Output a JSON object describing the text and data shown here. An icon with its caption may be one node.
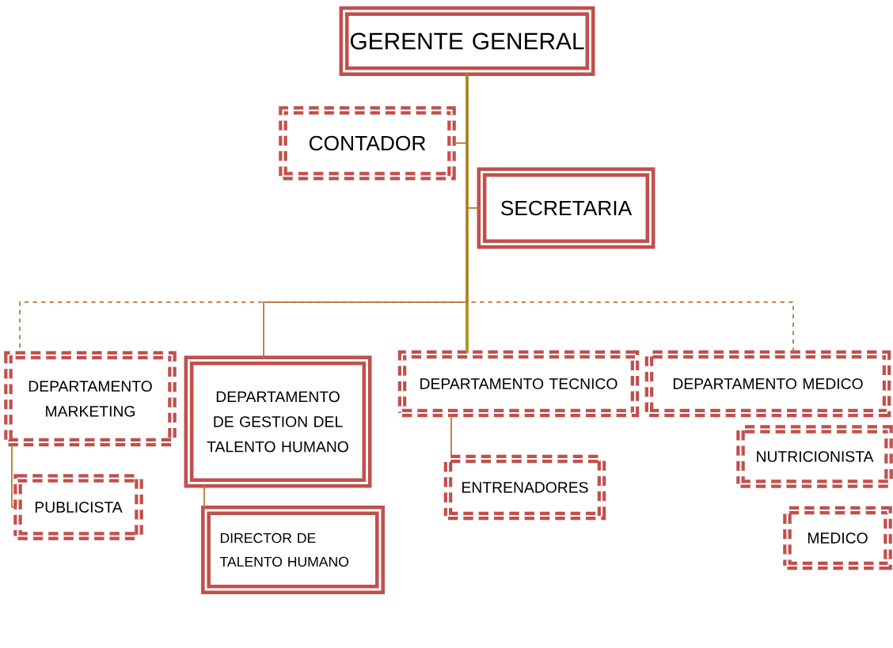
{
  "diagram": {
    "nodes": [
      {
        "text": [
          "GERENTE GENERAL"
        ]
      },
      {
        "text": [
          "CONTADOR"
        ]
      },
      {
        "text": [
          "SECRETARIA"
        ]
      },
      {
        "text": [
          "DEPARTAMENTO MARKETING"
        ]
      },
      {
        "text": [
          "DEPARTAMENTO DE GESTION DEL TALENTO HUMANO"
        ]
      },
      {
        "text": [
          "DEPARTAMENTO TECNICO"
        ]
      },
      {
        "text": [
          "DEPARTAMENTO MEDICO"
        ]
      },
      {
        "text": [
          "PUBLICISTA"
        ]
      },
      {
        "text": [
          "DIRECTOR DE TALENTO HUMANO"
        ]
      },
      {
        "text": [
          "ENTRENADORES"
        ]
      },
      {
        "text": [
          "NUTRICIONISTA"
        ]
      },
      {
        "text": [
          "MEDICO"
        ]
      }
    ],
    "edges": [
      {
        "from": 0,
        "to": 5,
        "arrow": "none",
        "style": "thick",
        "color": "#a8961e"
      },
      {
        "from": 0,
        "to": 1,
        "arrow": "none"
      },
      {
        "from": 0,
        "to": 2,
        "arrow": "none"
      },
      {
        "from": 0,
        "to": 3,
        "arrow": "none",
        "style": "dashed"
      },
      {
        "from": 0,
        "to": 4,
        "arrow": "none"
      },
      {
        "from": 0,
        "to": 6,
        "arrow": "none",
        "style": "dashed"
      },
      {
        "from": 3,
        "to": 7,
        "arrow": "none"
      },
      {
        "from": 4,
        "to": 8,
        "arrow": "none"
      },
      {
        "from": 5,
        "to": 9,
        "arrow": "none"
      }
    ]
  }
}
